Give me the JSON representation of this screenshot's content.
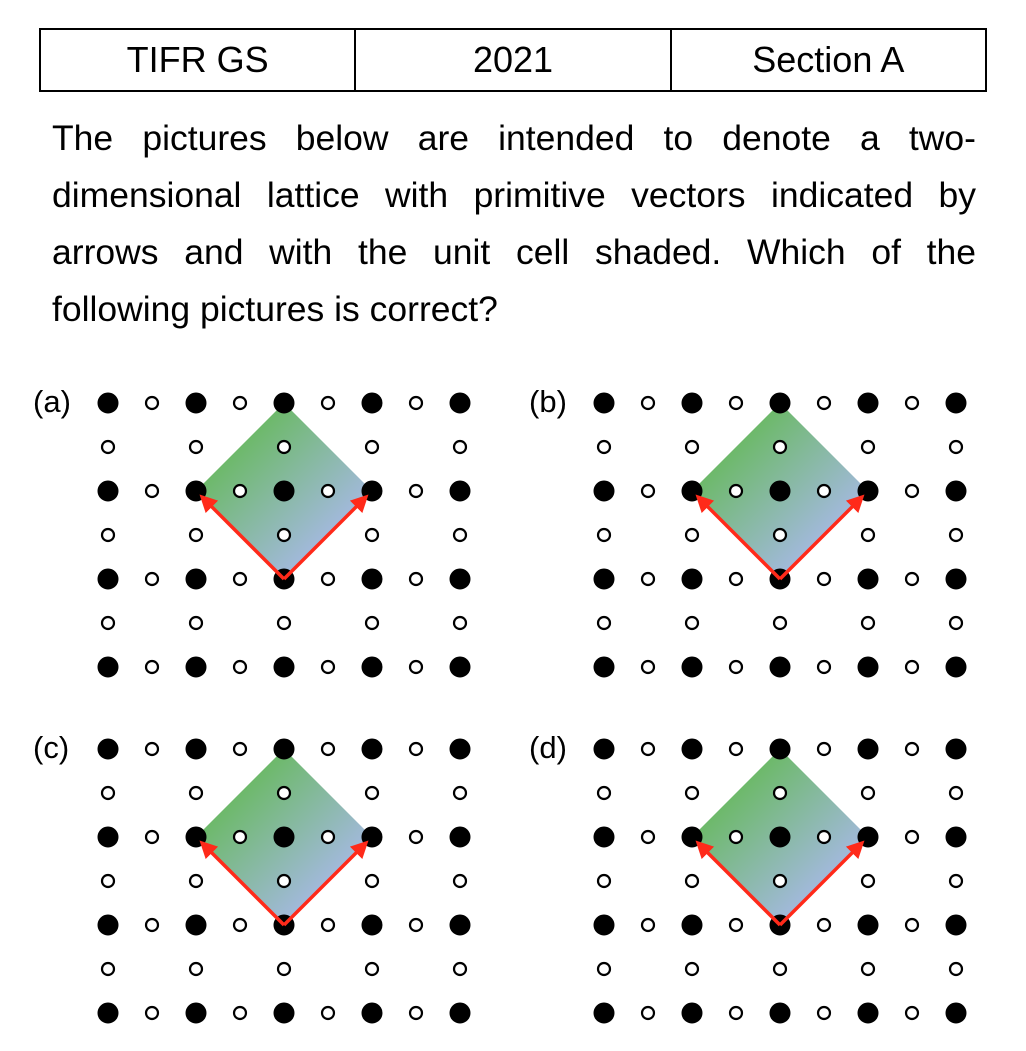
{
  "header": {
    "exam": "TIFR GS",
    "year": "2021",
    "section": "Section A"
  },
  "question": {
    "text": "The pictures below are intended to denote a two-dimensional lattice with primitive vectors indicated by arrows and with the unit cell shaded. Which of the following pictures is correct?"
  },
  "options": [
    {
      "label": "(a)"
    },
    {
      "label": "(b)"
    },
    {
      "label": "(c)"
    },
    {
      "label": "(d)"
    }
  ],
  "colors": {
    "filled_site": "#000000",
    "hollow_site": "#ffffff",
    "unit_cell_gradient": [
      "#6db96a",
      "#a7b9e6"
    ],
    "arrow": "#ff2a1a"
  }
}
